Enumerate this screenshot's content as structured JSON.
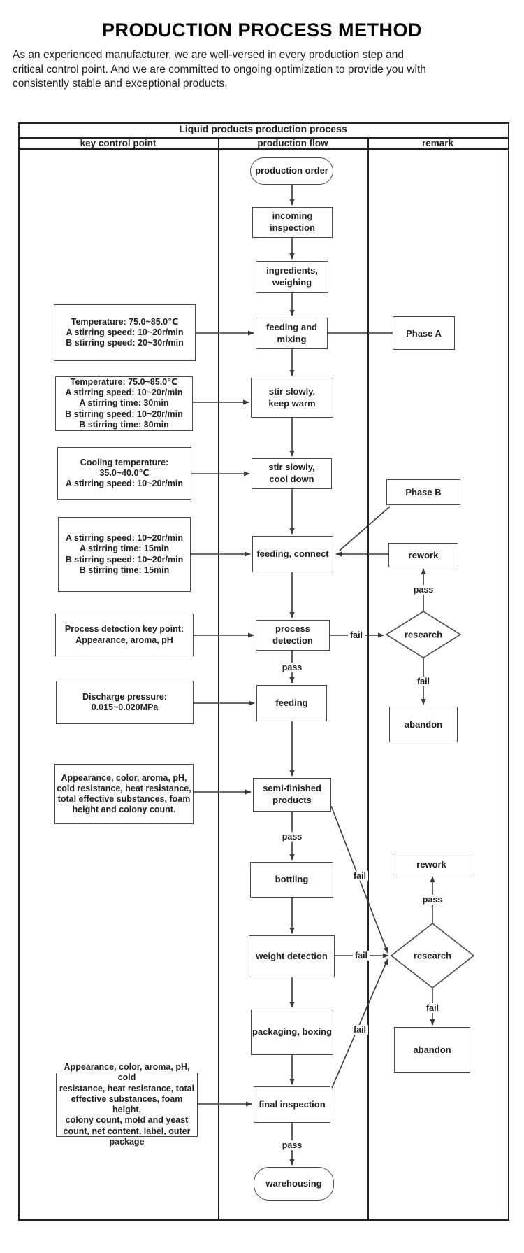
{
  "page": {
    "title": "PRODUCTION PROCESS METHOD",
    "intro": "As an experienced manufacturer, we are well-versed in every production step and critical control point. And we are committed to ongoing optimization to provide you with consistently stable and exceptional products."
  },
  "table": {
    "header": "Liquid products production process",
    "columns": [
      "key control point",
      "production flow",
      "remark"
    ]
  },
  "flow_nodes": {
    "production_order": "production order",
    "incoming_inspection": "incoming\ninspection",
    "ingredients_weighing": "ingredients,\nweighing",
    "feeding_mixing": "feeding and\nmixing",
    "stir_keep_warm": "stir slowly,\nkeep warm",
    "stir_cool_down": "stir slowly,\ncool down",
    "feeding_connect": "feeding, connect",
    "process_detection": "process\ndetection",
    "feeding": "feeding",
    "semi_finished": "semi-finished\nproducts",
    "bottling": "bottling",
    "weight_detection": "weight detection",
    "packaging_boxing": "packaging, boxing",
    "final_inspection": "final inspection",
    "warehousing": "warehousing"
  },
  "key_points": {
    "kp1": "Temperature:  75.0~85.0℃\nA stirring speed:  10~20r/min\nB stirring speed:  20~30r/min",
    "kp2": "Temperature:  75.0~85.0℃\nA stirring speed:  10~20r/min\nA stirring time:  30min\nB stirring speed:  10~20r/min\nB stirring time:  30min",
    "kp3": "Cooling temperature:\n35.0~40.0℃\nA stirring speed:  10~20r/min",
    "kp4": "A stirring speed:  10~20r/min\nA stirring time:  15min\nB stirring speed:  10~20r/min\nB stirring time:  15min",
    "kp5": "Process detection key point:\nAppearance, aroma, pH",
    "kp6": "Discharge pressure:\n0.015~0.020MPa",
    "kp7": "Appearance, color, aroma, pH,\ncold resistance, heat resistance,\ntotal effective substances, foam\nheight and colony count.",
    "kp8": "Appearance, color, aroma, pH, cold\nresistance, heat resistance, total\neffective substances, foam height,\ncolony count, mold and yeast\ncount, net content, label, outer\npackage"
  },
  "remarks": {
    "phase_a": "Phase A",
    "phase_b": "Phase B",
    "rework": "rework",
    "research": "research",
    "abandon": "abandon"
  },
  "labels": {
    "pass": "pass",
    "fail": "fail"
  },
  "colors": {
    "ink": "#1f1f1f",
    "line": "#3a3a3a",
    "box_border": "#4a4a4a",
    "table_border": "#222222",
    "background": "#ffffff"
  }
}
